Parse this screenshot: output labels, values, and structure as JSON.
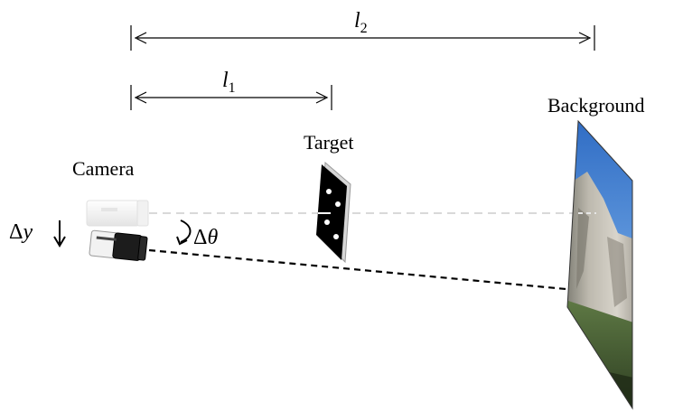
{
  "labels": {
    "l2": {
      "symbol": "l",
      "subscript": "2"
    },
    "l1": {
      "symbol": "l",
      "subscript": "1"
    },
    "camera": "Camera",
    "target": "Target",
    "background": "Background",
    "delta_y": {
      "delta": "Δ",
      "symbol": "y"
    },
    "delta_theta": {
      "delta": "Δ",
      "symbol": "θ"
    }
  },
  "colors": {
    "ink": "#000000",
    "ghost": "#d9d9d9",
    "sky": "#3b78c9",
    "rock": "#a8a49a",
    "forest": "#3f5a2e"
  }
}
